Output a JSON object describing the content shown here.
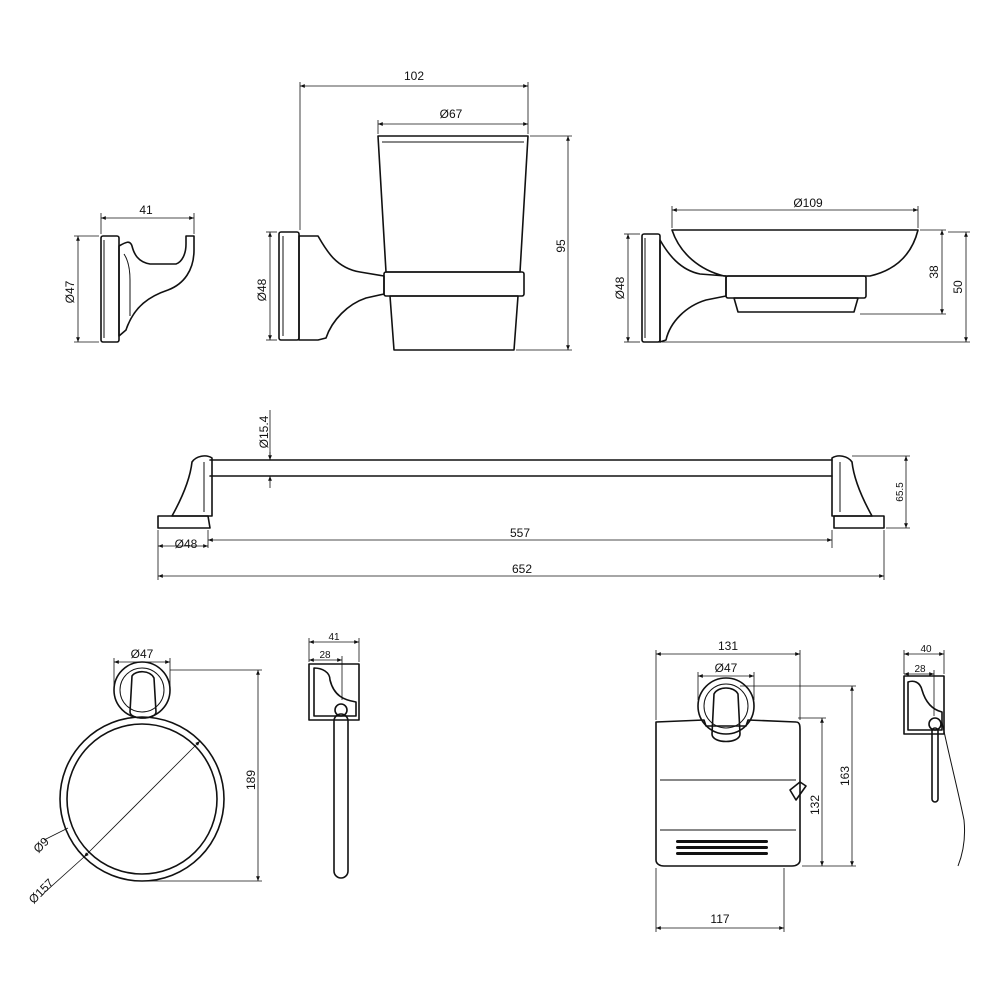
{
  "drawing": {
    "robe_hook": {
      "width": "41",
      "base_dia": "Ø47"
    },
    "tumbler_holder": {
      "depth": "102",
      "cup_dia": "Ø67",
      "height": "95",
      "base_dia": "Ø48"
    },
    "soap_dish": {
      "dish_dia": "Ø109",
      "dish_height": "38",
      "height": "50",
      "base_dia": "Ø48"
    },
    "towel_bar": {
      "bar_dia": "Ø15.4",
      "base_dia": "Ø48",
      "inner_length": "557",
      "overall_length": "652",
      "depth": "65.5"
    },
    "towel_ring": {
      "base_dia": "Ø47",
      "height": "189",
      "wire_dia": "Ø9",
      "ring_dia": "Ø157"
    },
    "towel_ring_side": {
      "depth": "41",
      "inner_depth": "28"
    },
    "paper_holder": {
      "width": "131",
      "base_dia": "Ø47",
      "cover_height": "132",
      "height": "163",
      "cover_width": "117"
    },
    "paper_holder_side": {
      "depth": "40",
      "inner_depth": "28"
    }
  }
}
